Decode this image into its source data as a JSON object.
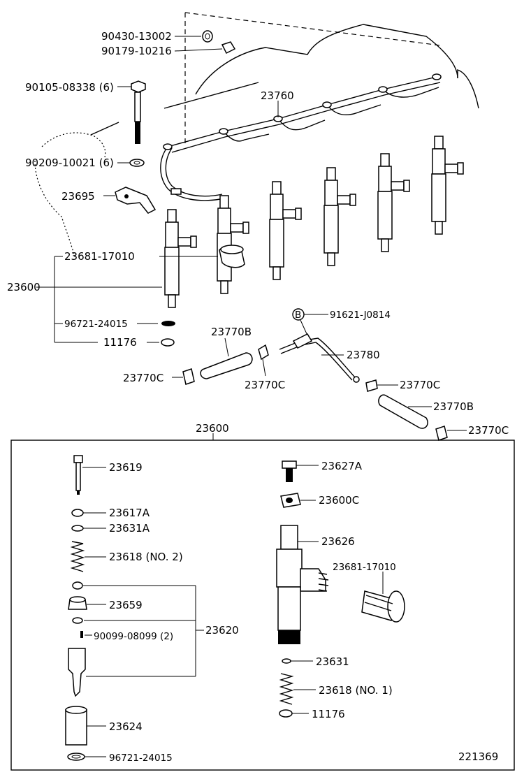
{
  "labels": {
    "p90430": "90430-13002",
    "p90179": "90179-10216",
    "p90105": "90105-08338 (6)",
    "p90209": "90209-10021 (6)",
    "p23760": "23760",
    "p23695": "23695",
    "p23681_top": "23681-17010",
    "p23600_top": "23600",
    "p96721_top": "96721-24015",
    "p11176_top": "11176",
    "p23770B_a": "23770B",
    "p23770C_a": "23770C",
    "p23770C_b": "23770C",
    "markerB": "B",
    "p91621": "91621-J0814",
    "p23780": "23780",
    "p23770C_c": "23770C",
    "p23770B_b": "23770B",
    "p23770C_d": "23770C",
    "box_title": "23600",
    "p23619": "23619",
    "p23617A": "23617A",
    "p23631A": "23631A",
    "p23618_2": "23618 (NO. 2)",
    "p23659": "23659",
    "p90099": "90099-08099 (2)",
    "p23620": "23620",
    "p23624": "23624",
    "p96721_bot": "96721-24015",
    "p23627A": "23627A",
    "p23600C": "23600C",
    "p23626": "23626",
    "p23681_bot": "23681-17010",
    "p23631": "23631",
    "p23618_1": "23618 (NO. 1)",
    "p11176_bot": "11176",
    "diagram_no": "221369"
  }
}
